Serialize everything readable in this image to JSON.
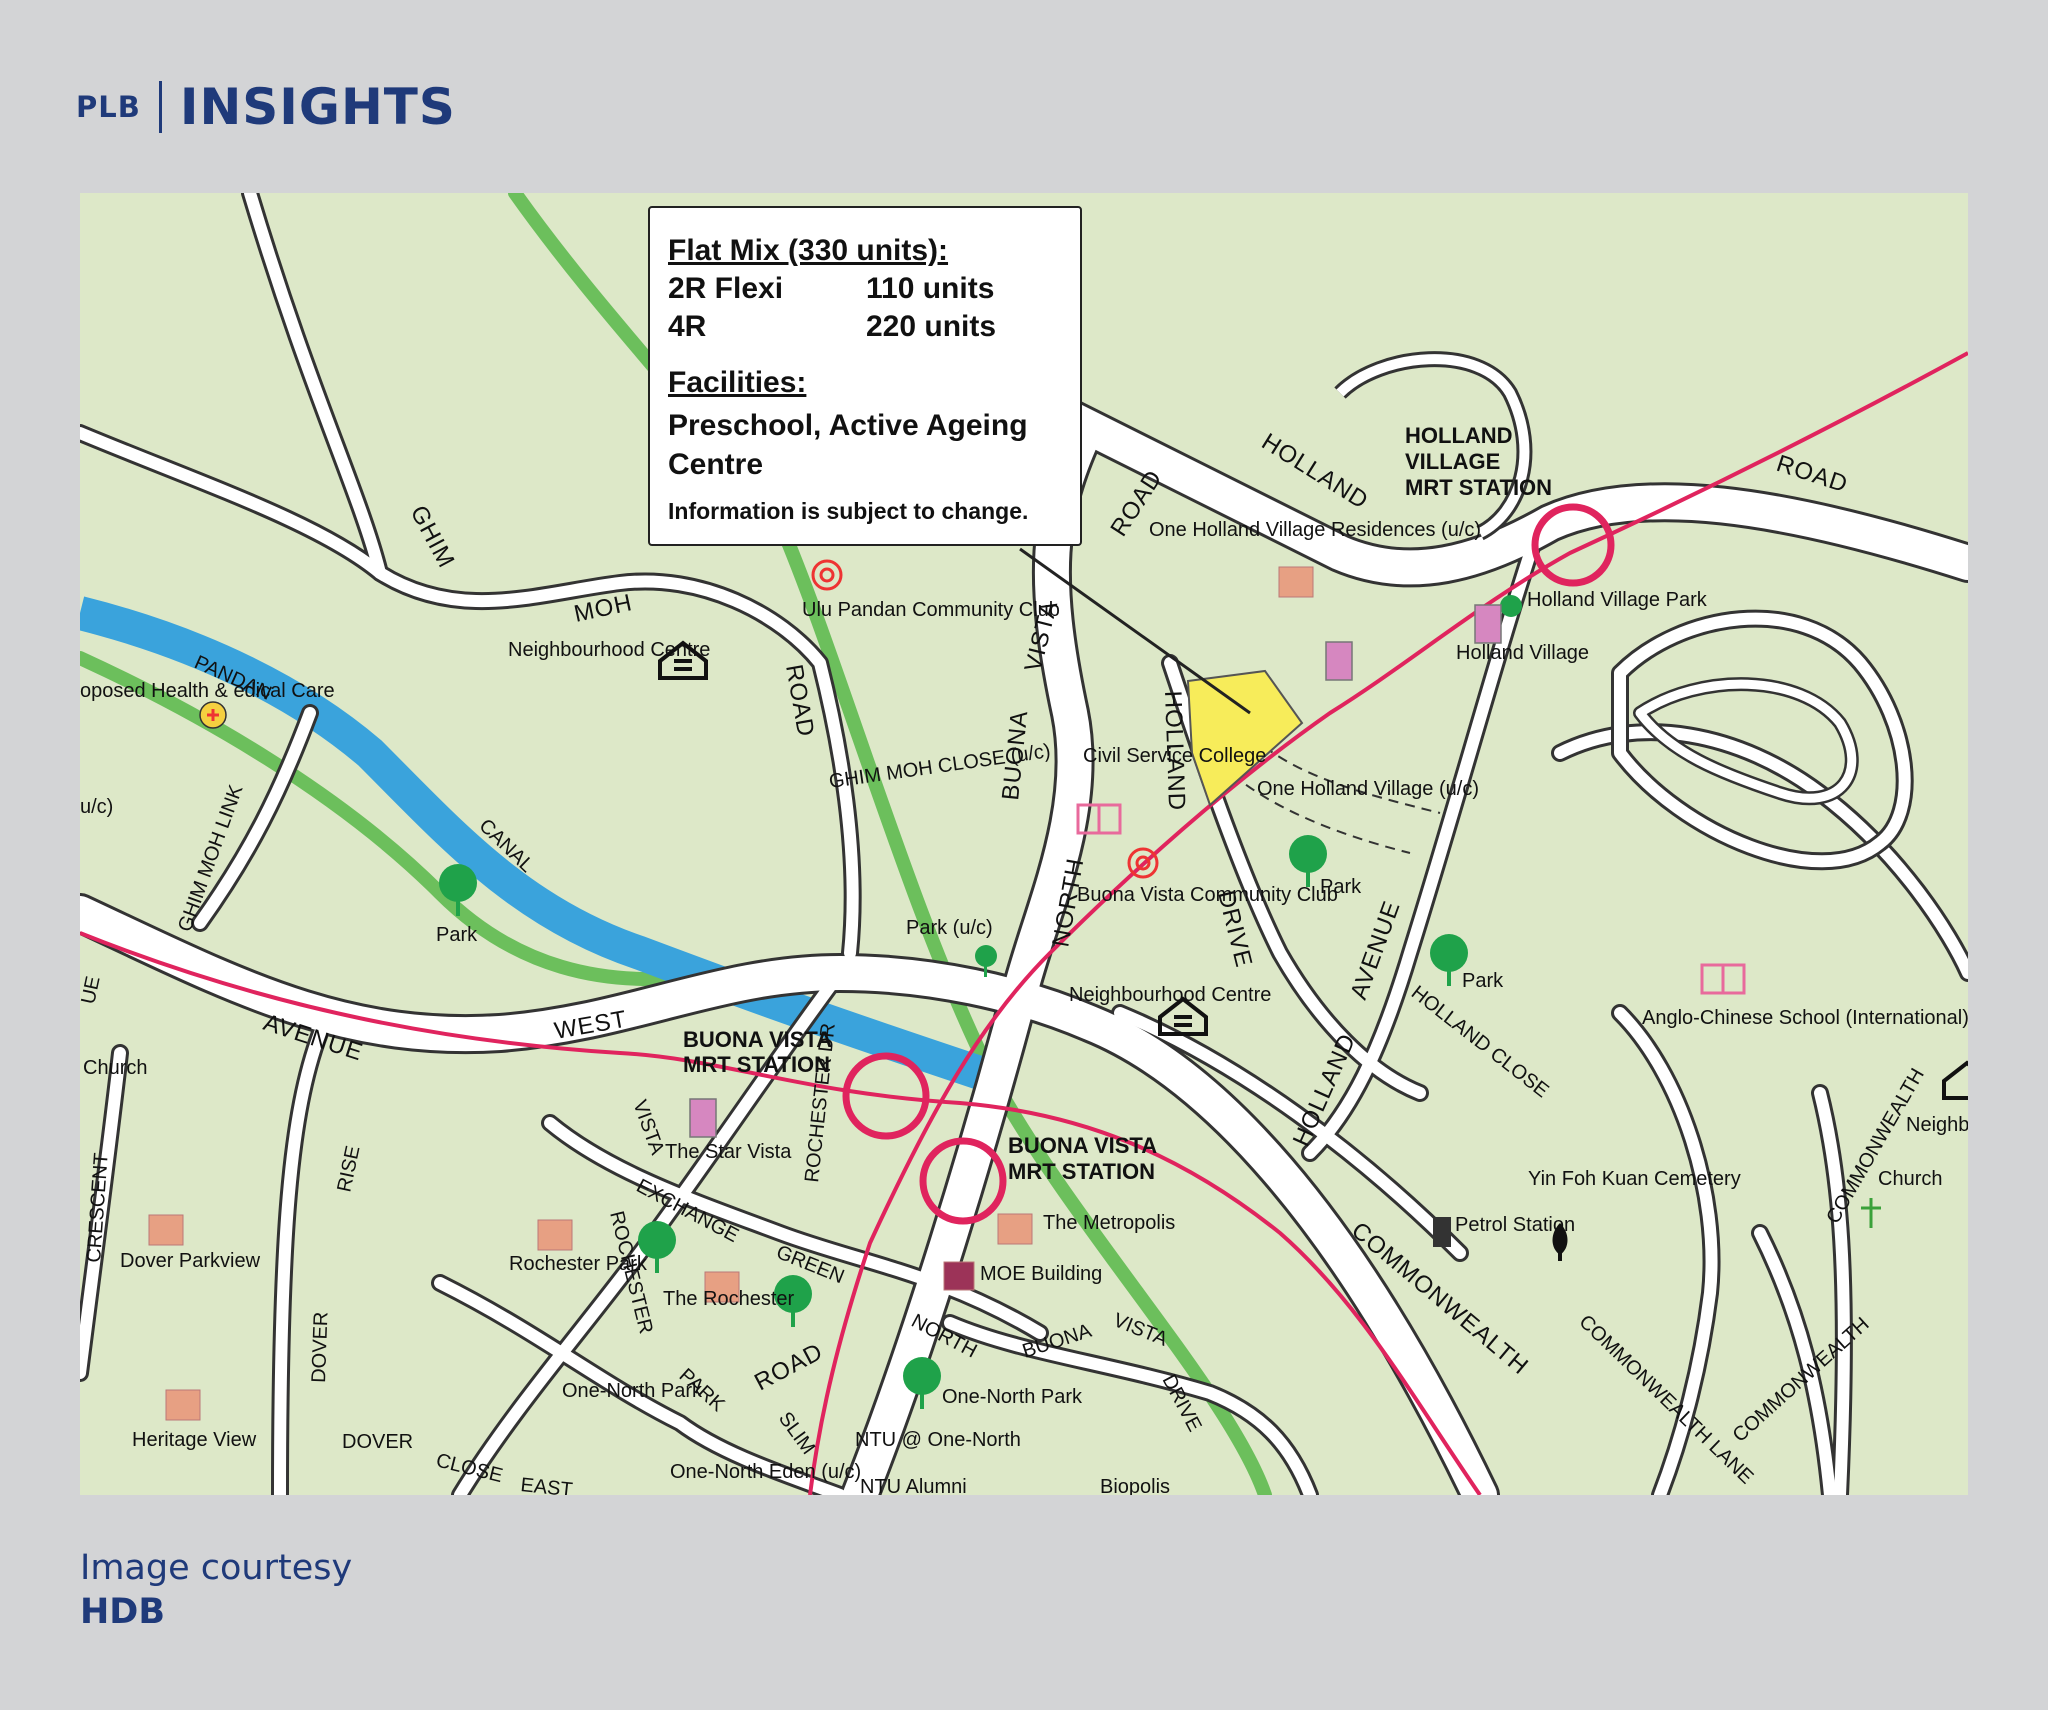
{
  "brand": {
    "prefix": "PLB",
    "title": "INSIGHTS"
  },
  "credit": {
    "line1": "Image courtesy",
    "line2": "HDB"
  },
  "colors": {
    "brand": "#1f3a7a",
    "background": "#d3d4d6",
    "map_land": "#dde8c8",
    "road": "#ffffff",
    "canal": "#3aa3dc",
    "green_corridor": "#6cbf5c",
    "mrt_line": "#e0245e",
    "site": "#f7ec5a"
  },
  "info_box": {
    "flat_mix_heading": "Flat Mix (330 units):",
    "flats": [
      {
        "type": "2R Flexi",
        "units": "110 units"
      },
      {
        "type": "4R",
        "units": "220 units"
      }
    ],
    "facilities_heading": "Facilities:",
    "facilities": "Preschool, Active Ageing Centre",
    "note": "Information is subject to change."
  },
  "map": {
    "roads": [
      "GHIM",
      "MOH",
      "ROAD",
      "HOLLAND",
      "ROAD",
      "ROAD",
      "BUONA",
      "VISTA",
      "NORTH",
      "AVENUE",
      "WEST",
      "HOLLAND",
      "DRIVE",
      "HOLLAND",
      "AVENUE",
      "HOLLAND CLOSE",
      "COMMONWEALTH",
      "GHIM MOH LINK",
      "PANDAN",
      "CANAL",
      "EXCHANGE",
      "GREEN",
      "VISTA",
      "ROCHESTER DR",
      "ROCHESTER",
      "PARK",
      "ROAD",
      "DOVER",
      "RISE",
      "CRESCENT",
      "DOVER",
      "CLOSE",
      "EAST",
      "SLIM",
      "NORTH",
      "BUONA",
      "VISTA",
      "DRIVE",
      "COMMONWEALTH LANE",
      "COMMONWEALTH",
      "COMMONWEALTH",
      "GHIM MOH CLOSE (u/c)",
      "UE"
    ],
    "mrt_stations": [
      "HOLLAND VILLAGE MRT STATION",
      "BUONA VISTA MRT STATION",
      "BUONA VISTA MRT STATION"
    ],
    "places": [
      "One Holland Village Residences (u/c)",
      "Holland Village",
      "Holland Village Park",
      "Ulu Pandan Community Club",
      "Neighbourhood Centre",
      "oposed Health & edical Care",
      "u/c)",
      "Civil Service College",
      "One Holland Village (u/c)",
      "Park",
      "Buona Vista Community Club",
      "Park (u/c)",
      "Park",
      "Park",
      "Neighbourhood Centre",
      "Anglo-Chinese School (International)",
      "Church",
      "Neighb Centre",
      "The Star Vista",
      "Yin Foh Kuan Cemetery",
      "Petrol Station",
      "Church",
      "Dover Parkview",
      "Rochester Park",
      "The Rochester",
      "The Metropolis",
      "MOE Building",
      "One-North Park",
      "One-North Park",
      "Heritage View",
      "NTU @ One-North",
      "NTU Alumni",
      "One-North Eden (u/c)",
      "Biopolis"
    ],
    "icons": [
      "community-club-icon",
      "neighbourhood-centre-icon",
      "medical-care-icon",
      "park-tree-icon",
      "school-book-icon",
      "church-cross-icon",
      "petrol-station-icon",
      "cemetery-icon",
      "building-icon",
      "mall-bag-icon"
    ]
  }
}
